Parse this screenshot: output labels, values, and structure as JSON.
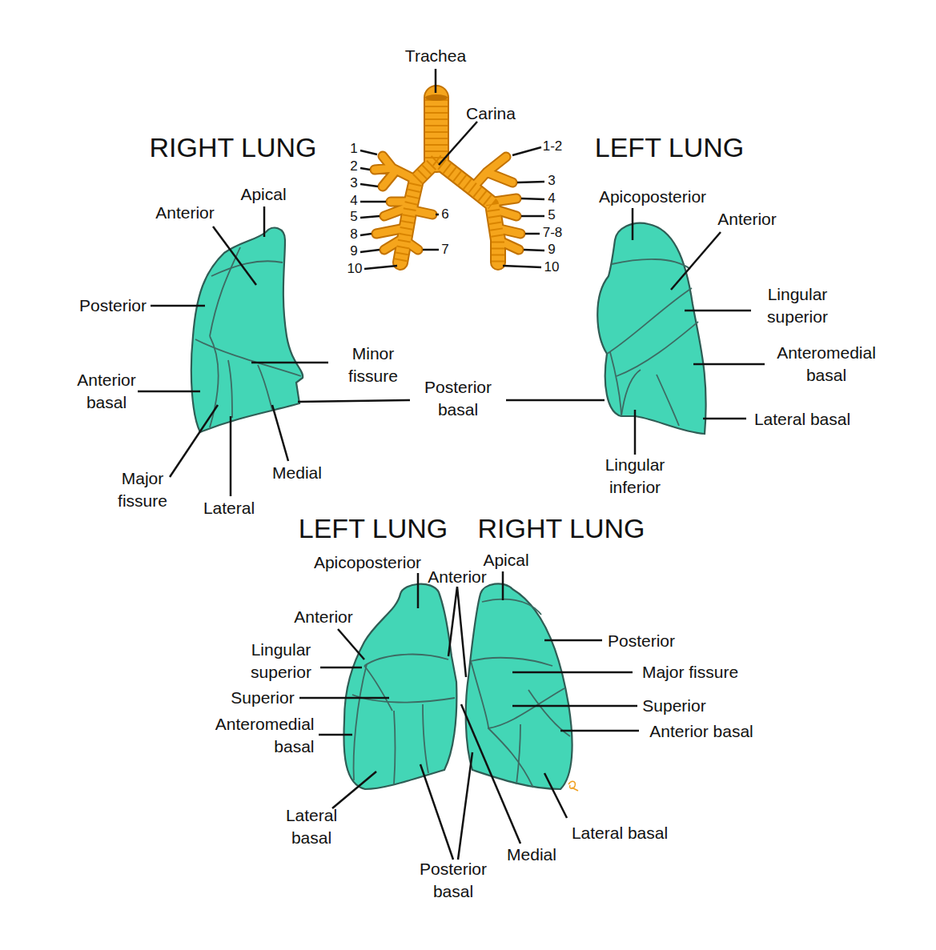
{
  "diagram": {
    "labels": [
      "Trachea",
      "Carina",
      "RIGHT LUNG",
      "LEFT LUNG",
      "1",
      "2",
      "3",
      "4",
      "5",
      "8",
      "9",
      "10",
      "6",
      "7",
      "1-2",
      "3",
      "4",
      "5",
      "7-8",
      "9",
      "10",
      "Apical",
      "Anterior",
      "Posterior",
      "Minor fissure",
      "Anterior basal",
      "Posterior basal",
      "Major fissure",
      "Lateral",
      "Medial",
      "Apicoposterior",
      "Anterior",
      "Lingular superior",
      "Anteromedial basal",
      "Lateral basal",
      "Lingular inferior",
      "LEFT LUNG",
      "RIGHT LUNG",
      "Apicoposterior",
      "Anterior",
      "Apical",
      "Anterior",
      "Lingular superior",
      "Superior",
      "Anteromedial basal",
      "Lateral basal",
      "Posterior basal",
      "Medial",
      "Posterior",
      "Major fissure",
      "Superior",
      "Anterior basal",
      "Lateral basal"
    ]
  }
}
